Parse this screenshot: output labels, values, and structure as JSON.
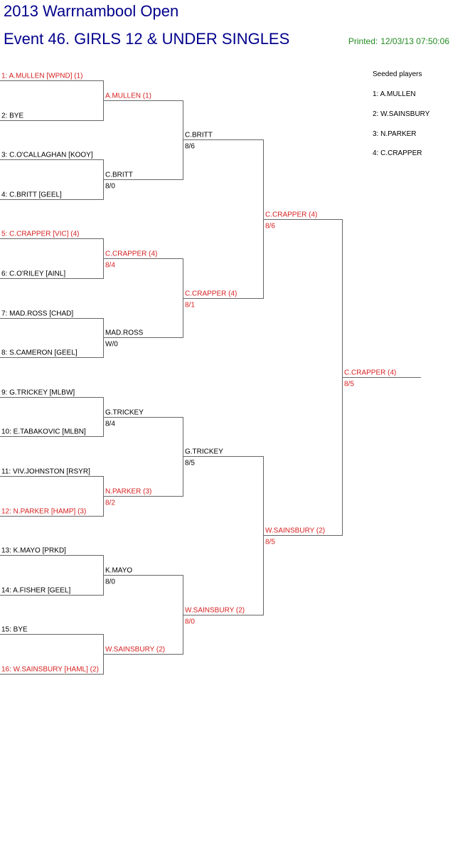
{
  "header": {
    "title": "2013 Warrnambool Open",
    "event": "Event 46. GIRLS 12 & UNDER SINGLES",
    "printed_label": "Printed:",
    "printed_value": "12/03/13 07:50:06"
  },
  "colors": {
    "title": "#00008b",
    "printed": "#228b22",
    "seed": "#d62020",
    "normal": "#000000",
    "line": "#666666"
  },
  "seeded": {
    "heading": "Seeded players",
    "items": [
      "1: A.MULLEN",
      "2: W.SAINSBURY",
      "3: N.PARKER",
      "4: C.CRAPPER"
    ]
  },
  "rounds": [
    [
      {
        "name": "1: A.MULLEN [WPND] (1)",
        "seed": true
      },
      {
        "name": "2: BYE",
        "seed": false
      },
      {
        "name": "3: C.O'CALLAGHAN [KOOY]",
        "seed": false
      },
      {
        "name": "4: C.BRITT [GEEL]",
        "seed": false
      },
      {
        "name": "5: C.CRAPPER [VIC] (4)",
        "seed": true
      },
      {
        "name": "6: C.O'RILEY [AINL]",
        "seed": false
      },
      {
        "name": "7: MAD.ROSS [CHAD]",
        "seed": false
      },
      {
        "name": "8: S.CAMERON [GEEL]",
        "seed": false
      },
      {
        "name": "9: G.TRICKEY [MLBW]",
        "seed": false
      },
      {
        "name": "10: E.TABAKOVIC [MLBN]",
        "seed": false
      },
      {
        "name": "11: VIV.JOHNSTON [RSYR]",
        "seed": false
      },
      {
        "name": "12: N.PARKER [HAMP] (3)",
        "seed": true
      },
      {
        "name": "13: K.MAYO [PRKD]",
        "seed": false
      },
      {
        "name": "14: A.FISHER [GEEL]",
        "seed": false
      },
      {
        "name": "15: BYE",
        "seed": false
      },
      {
        "name": "16: W.SAINSBURY [HAML] (2)",
        "seed": true
      }
    ],
    [
      {
        "name": "A.MULLEN (1)",
        "score": "",
        "seed": true
      },
      {
        "name": "C.BRITT",
        "score": "8/0",
        "seed": false
      },
      {
        "name": "C.CRAPPER (4)",
        "score": "8/4",
        "seed": true
      },
      {
        "name": "MAD.ROSS",
        "score": "W/0",
        "seed": false
      },
      {
        "name": "G.TRICKEY",
        "score": "8/4",
        "seed": false
      },
      {
        "name": "N.PARKER (3)",
        "score": "8/2",
        "seed": true
      },
      {
        "name": "K.MAYO",
        "score": "8/0",
        "seed": false
      },
      {
        "name": "W.SAINSBURY (2)",
        "score": "",
        "seed": true
      }
    ],
    [
      {
        "name": "C.BRITT",
        "score": "8/6",
        "seed": false
      },
      {
        "name": "C.CRAPPER (4)",
        "score": "8/1",
        "seed": true
      },
      {
        "name": "G.TRICKEY",
        "score": "8/5",
        "seed": false
      },
      {
        "name": "W.SAINSBURY (2)",
        "score": "8/0",
        "seed": true
      }
    ],
    [
      {
        "name": "C.CRAPPER (4)",
        "score": "8/6",
        "seed": true
      },
      {
        "name": "W.SAINSBURY (2)",
        "score": "8/5",
        "seed": true
      }
    ],
    [
      {
        "name": "C.CRAPPER (4)",
        "score": "8/5",
        "seed": true
      }
    ]
  ]
}
